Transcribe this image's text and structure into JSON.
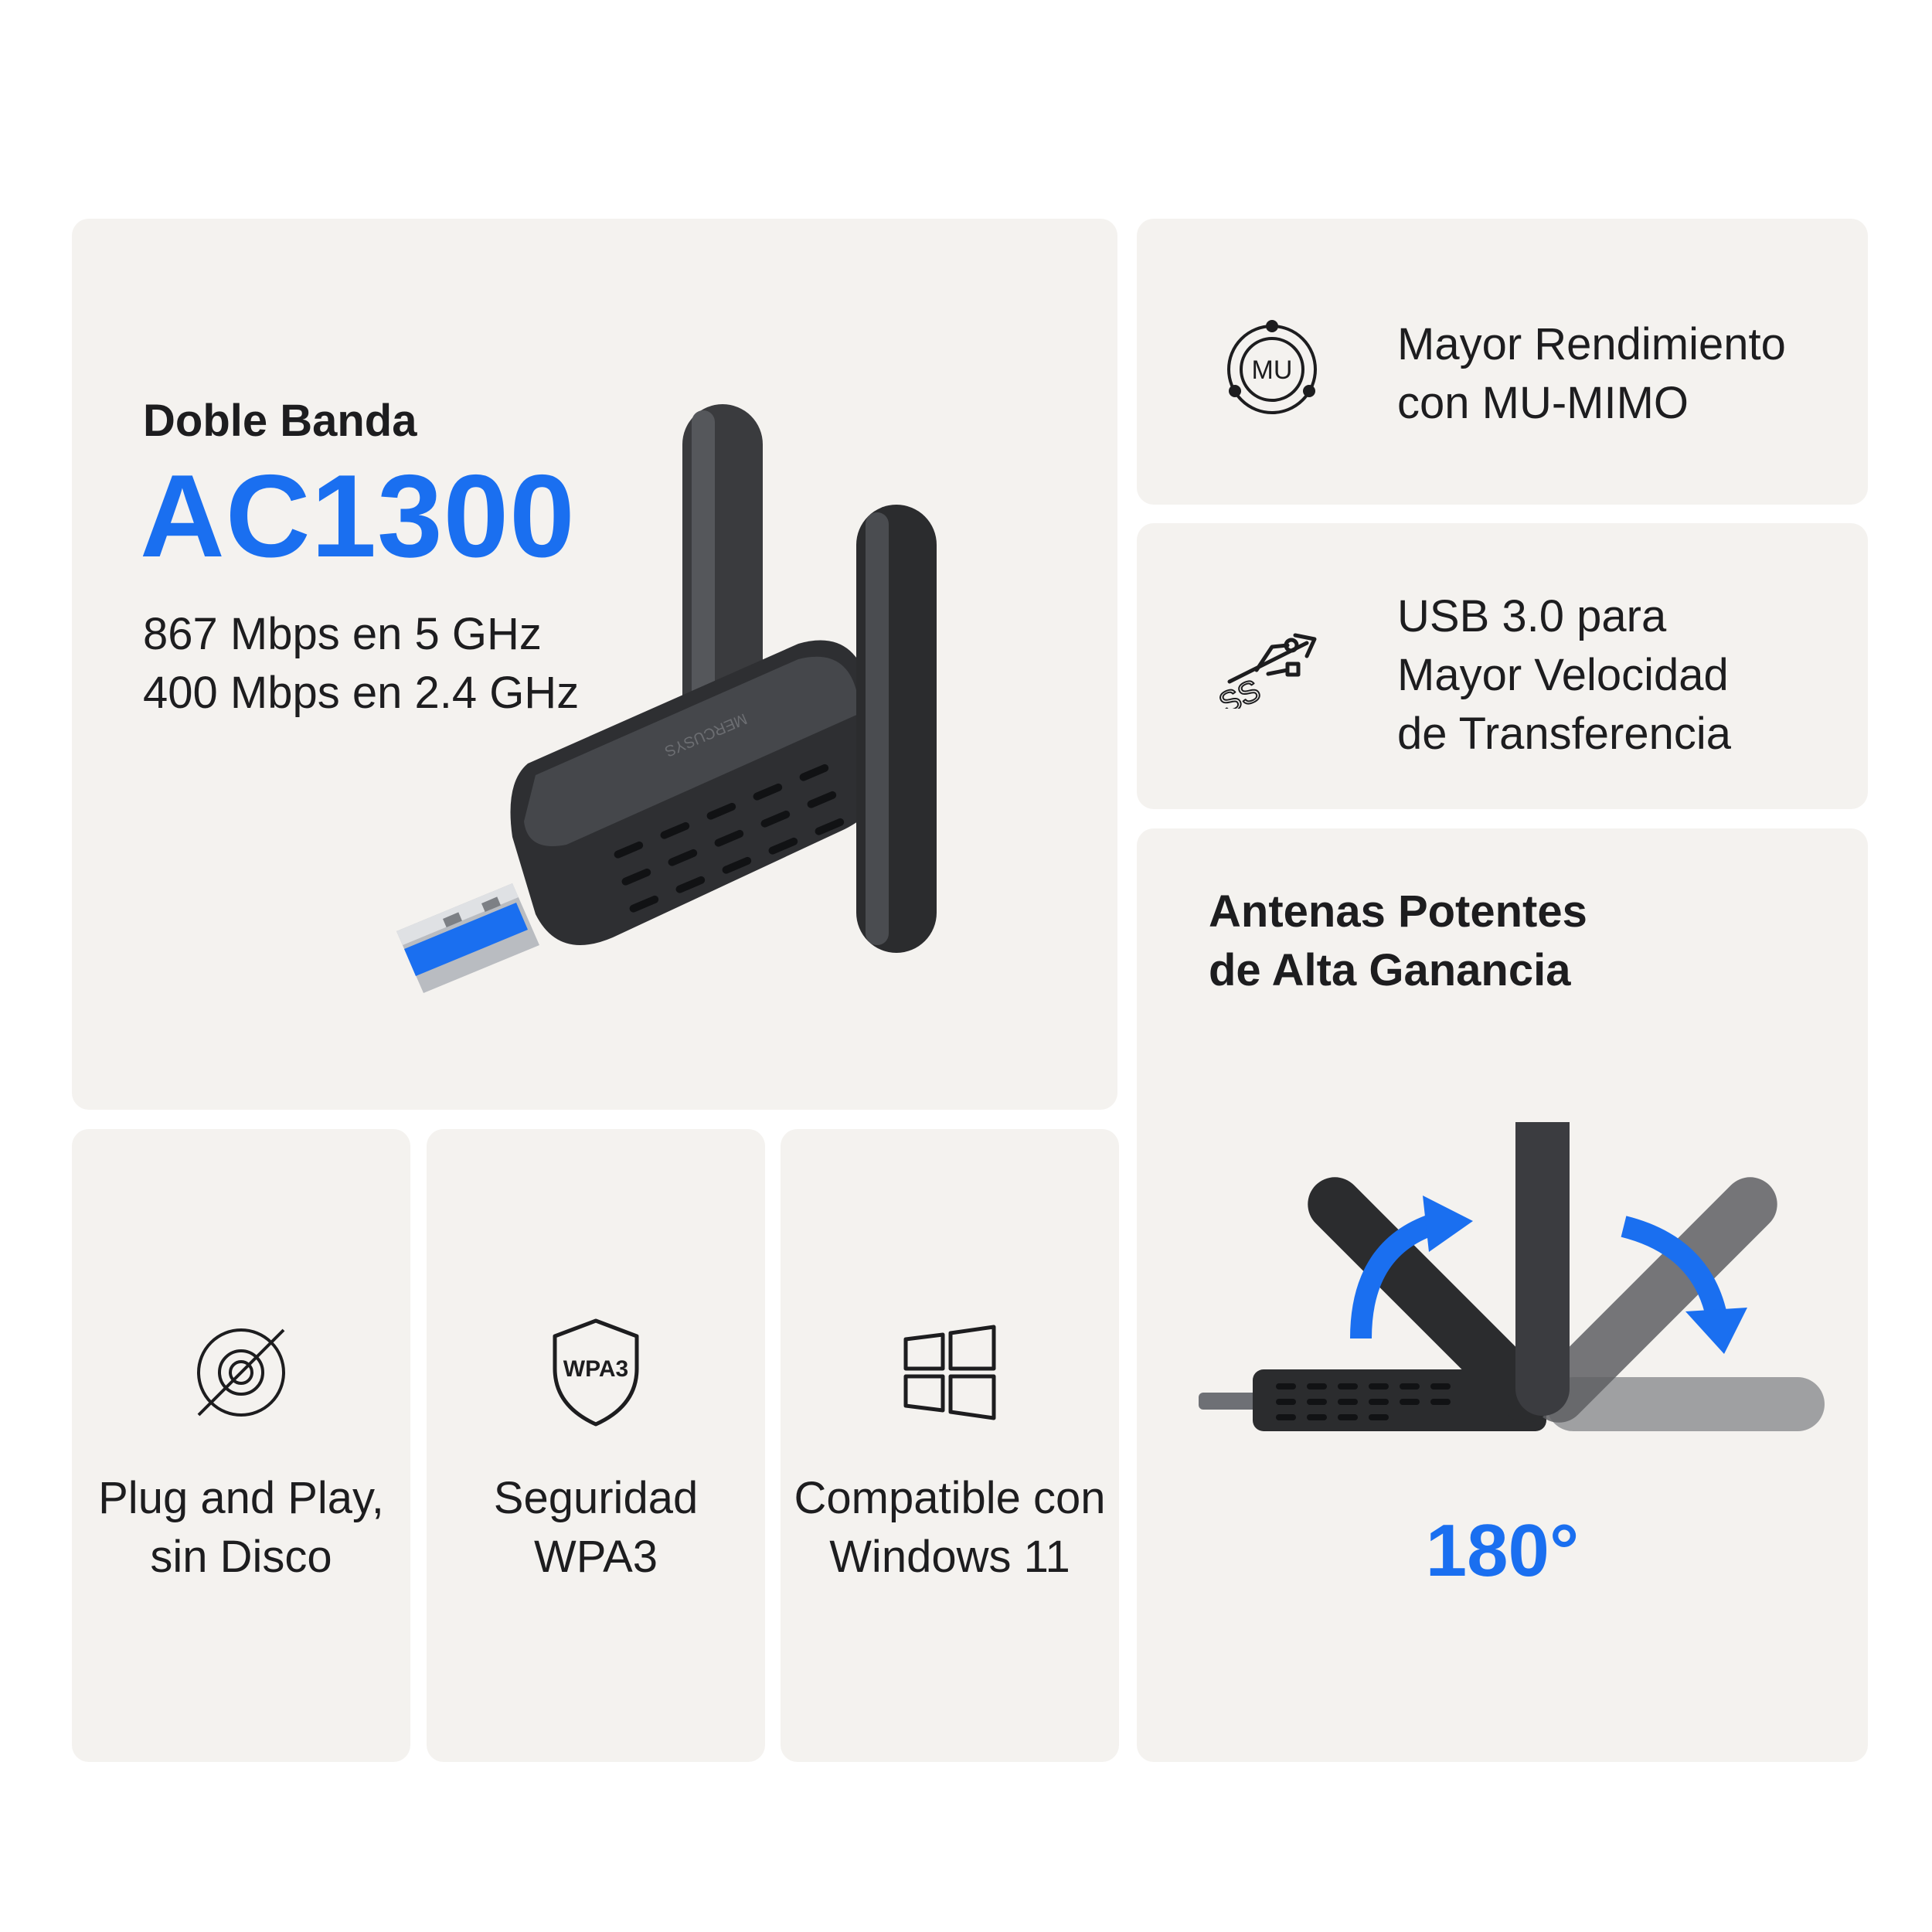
{
  "colors": {
    "accent": "#1a6ff0",
    "card_bg": "#f4f2ef",
    "text": "#1d1d1f",
    "device": "#2b2c2e"
  },
  "hero": {
    "kicker": "Doble Banda",
    "headline": "AC1300",
    "speed_5ghz": "867 Mbps en 5 GHz",
    "speed_24ghz": "400 Mbps en 2.4 GHz",
    "device_brand": "MERCUSYS",
    "image": "usb-wifi-adapter-with-two-antennas"
  },
  "features_right": [
    {
      "icon": "mu-mimo-icon",
      "icon_label": "MU",
      "line1": "Mayor Rendimiento",
      "line2": "con MU-MIMO"
    },
    {
      "icon": "usb-icon",
      "line1": "USB 3.0 para",
      "line2": "Mayor Velocidad",
      "line3": "de Transferencia"
    }
  ],
  "antenna_card": {
    "title_line1": "Antenas Potentes",
    "title_line2": "de Alta Ganancia",
    "angle": "180°",
    "image": "rotating-antenna-illustration"
  },
  "features_bottom": [
    {
      "icon": "no-disc-icon",
      "line1": "Plug and Play,",
      "line2": "sin Disco"
    },
    {
      "icon": "shield-icon",
      "icon_label": "WPA3",
      "line1": "Seguridad",
      "line2": "WPA3"
    },
    {
      "icon": "windows-icon",
      "line1": "Compatible con",
      "line2": "Windows 11"
    }
  ]
}
